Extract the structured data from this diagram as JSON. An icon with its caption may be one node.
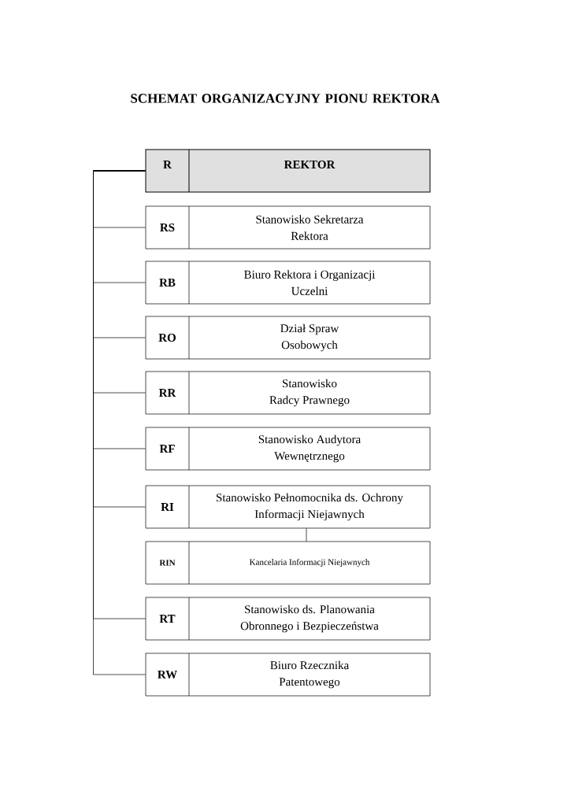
{
  "diagram": {
    "title": "SCHEMAT ORGANIZACYJNY PIONU REKTORA",
    "nodes": [
      {
        "text": [
          "R",
          "REKTOR"
        ]
      },
      {
        "text": [
          "RS",
          "Stanowisko Sekretarza Rektora"
        ]
      },
      {
        "text": [
          "RB",
          "Biuro Rektora i Organizacji Uczelni"
        ]
      },
      {
        "text": [
          "RO",
          "Dział Spraw Osobowych"
        ]
      },
      {
        "text": [
          "RR",
          "Stanowisko Radcy Prawnego"
        ]
      },
      {
        "text": [
          "RF",
          "Stanowisko Audytora Wewnętrznego"
        ]
      },
      {
        "text": [
          "RI",
          "Stanowisko Pełnomocnika ds. Ochrony Informacji Niejawnych"
        ]
      },
      {
        "text": [
          "RIN",
          "Kancelaria Informacji Niejawnych"
        ]
      },
      {
        "text": [
          "RT",
          "Stanowisko ds. Planowania Obronnego i Bezpieczeństwa"
        ]
      },
      {
        "text": [
          "RW",
          "Biuro Rzecznika Patentowego"
        ]
      }
    ],
    "edges": [
      {
        "from": 0,
        "to": 1,
        "arrow": "none"
      },
      {
        "from": 0,
        "to": 2,
        "arrow": "none"
      },
      {
        "from": 0,
        "to": 3,
        "arrow": "none"
      },
      {
        "from": 0,
        "to": 4,
        "arrow": "none"
      },
      {
        "from": 0,
        "to": 5,
        "arrow": "none"
      },
      {
        "from": 0,
        "to": 6,
        "arrow": "none"
      },
      {
        "from": 6,
        "to": 7,
        "arrow": "none"
      },
      {
        "from": 0,
        "to": 8,
        "arrow": "none"
      },
      {
        "from": 0,
        "to": 9,
        "arrow": "none"
      }
    ]
  }
}
